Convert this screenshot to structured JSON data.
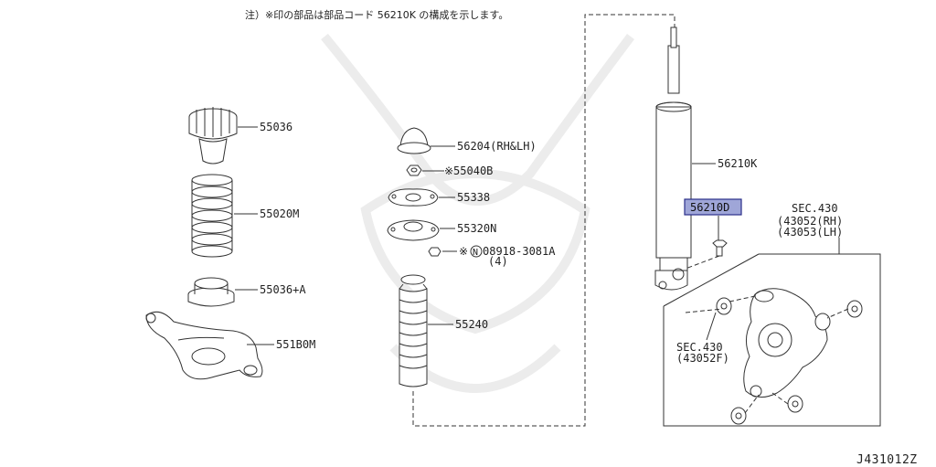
{
  "note": "注）※印の部品は部品コード 56210K の構成を示します。",
  "diagram_code": "J431012Z",
  "parts": {
    "p55036": "55036",
    "p55020m": "55020M",
    "p55036a": "55036+A",
    "p551b0m": "551B0M",
    "p56204": "56204(RH&LH)",
    "p55040b": "※55040B",
    "p55338": "55338",
    "p55320n": "55320N",
    "p08918_mark": "※",
    "p08918_n": "N",
    "p08918": "08918-3081A",
    "p08918_qty": "(4)",
    "p55240": "55240",
    "p56210k": "56210K",
    "p56210d": "56210D",
    "sec430_top": "SEC.430",
    "sec430_rh": "(43052(RH)",
    "sec430_lh": "(43053(LH)",
    "sec430_bot": "SEC.430",
    "sec430_f": "(43052F)"
  },
  "colors": {
    "highlight_fill": "#9fa6d8",
    "highlight_stroke": "#2b2f8a"
  }
}
